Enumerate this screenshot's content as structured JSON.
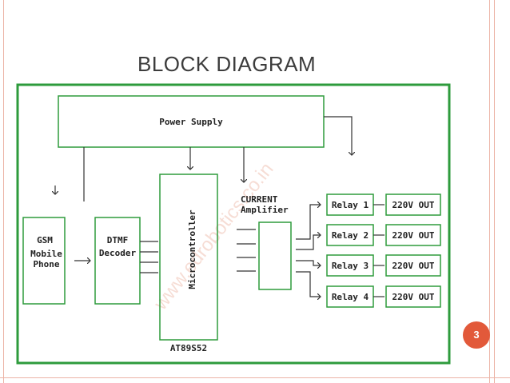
{
  "slide": {
    "title": "BLOCK DIAGRAM",
    "page_number": "3"
  },
  "diagram": {
    "power_supply": "Power Supply",
    "gsm": [
      "GSM",
      "Mobile",
      "Phone"
    ],
    "dtmf": [
      "DTMF",
      "Decoder"
    ],
    "microcontroller": "Microcontroller",
    "mcu_part": "AT89S52",
    "current_amplifier": [
      "CURRENT",
      "Amplifier"
    ],
    "relays": [
      "Relay 1",
      "Relay 2",
      "Relay 3",
      "Relay 4"
    ],
    "outputs": [
      "220V OUT",
      "220V OUT",
      "220V OUT",
      "220V OUT"
    ],
    "watermark": "www.edrobotics.co.in"
  },
  "colors": {
    "line": "#2e9b3c",
    "accent": "#e2593a",
    "title": "#3c3c3c"
  }
}
